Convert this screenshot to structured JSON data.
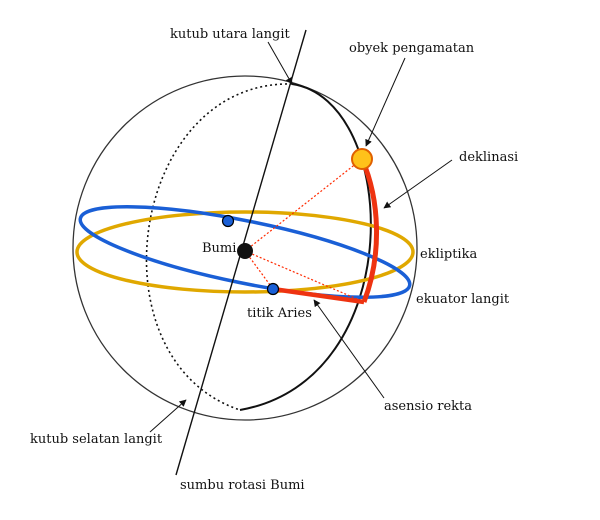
{
  "labels": {
    "north_celestial_pole": "kutub utara langit",
    "observed_object": "obyek pengamatan",
    "declination": "deklinasi",
    "earth": "Bumi",
    "ecliptic": "ekliptika",
    "celestial_equator": "ekuator langit",
    "aries_point": "titik Aries",
    "right_ascension": "asensio rekta",
    "south_celestial_pole": "kutub selatan langit",
    "earth_rotation_axis": "sumbu rotasi Bumi"
  },
  "colors": {
    "outline": "#111111",
    "celestial_equator": "#1a5fd6",
    "ecliptic": "#e0a800",
    "coordinate_arc": "#ee3311",
    "pointer_line": "#ff2a00",
    "object_fill": "#ffc21a",
    "object_stroke": "#e06000",
    "earth": "#111111",
    "node_dot": "#1a5fd6"
  }
}
